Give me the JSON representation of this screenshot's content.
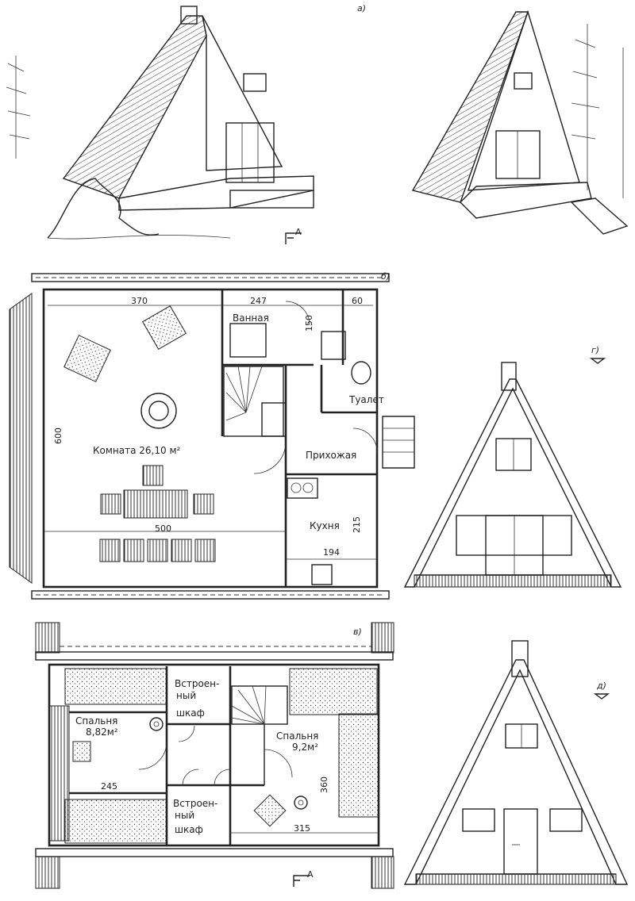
{
  "figure_labels": {
    "a": "а)",
    "b": "б)",
    "v": "в)",
    "g": "г)",
    "d": "д)"
  },
  "section_marker": "A",
  "ground_floor": {
    "rooms": {
      "living": "Комната  26,10 м²",
      "bath": "Ванная",
      "toilet": "Туалет",
      "hall": "Прихожая",
      "kitchen": "Кухня"
    },
    "dimensions": {
      "d370": "370",
      "d247": "247",
      "d60": "60",
      "d150": "150",
      "d600": "600",
      "d500": "500",
      "d215": "215",
      "d194": "194"
    }
  },
  "upper_floor": {
    "rooms": {
      "bedroom1_name": "Спальня",
      "bedroom1_area": "8,82м²",
      "bedroom2_name": "Спальня",
      "bedroom2_area": "9,2м²",
      "closet1": [
        "Встроен-",
        "ный",
        "шкаф"
      ],
      "closet2": [
        "Встроен-",
        "ный",
        "шкаф"
      ]
    },
    "dimensions": {
      "d245": "245",
      "d315": "315",
      "d360": "360"
    }
  }
}
